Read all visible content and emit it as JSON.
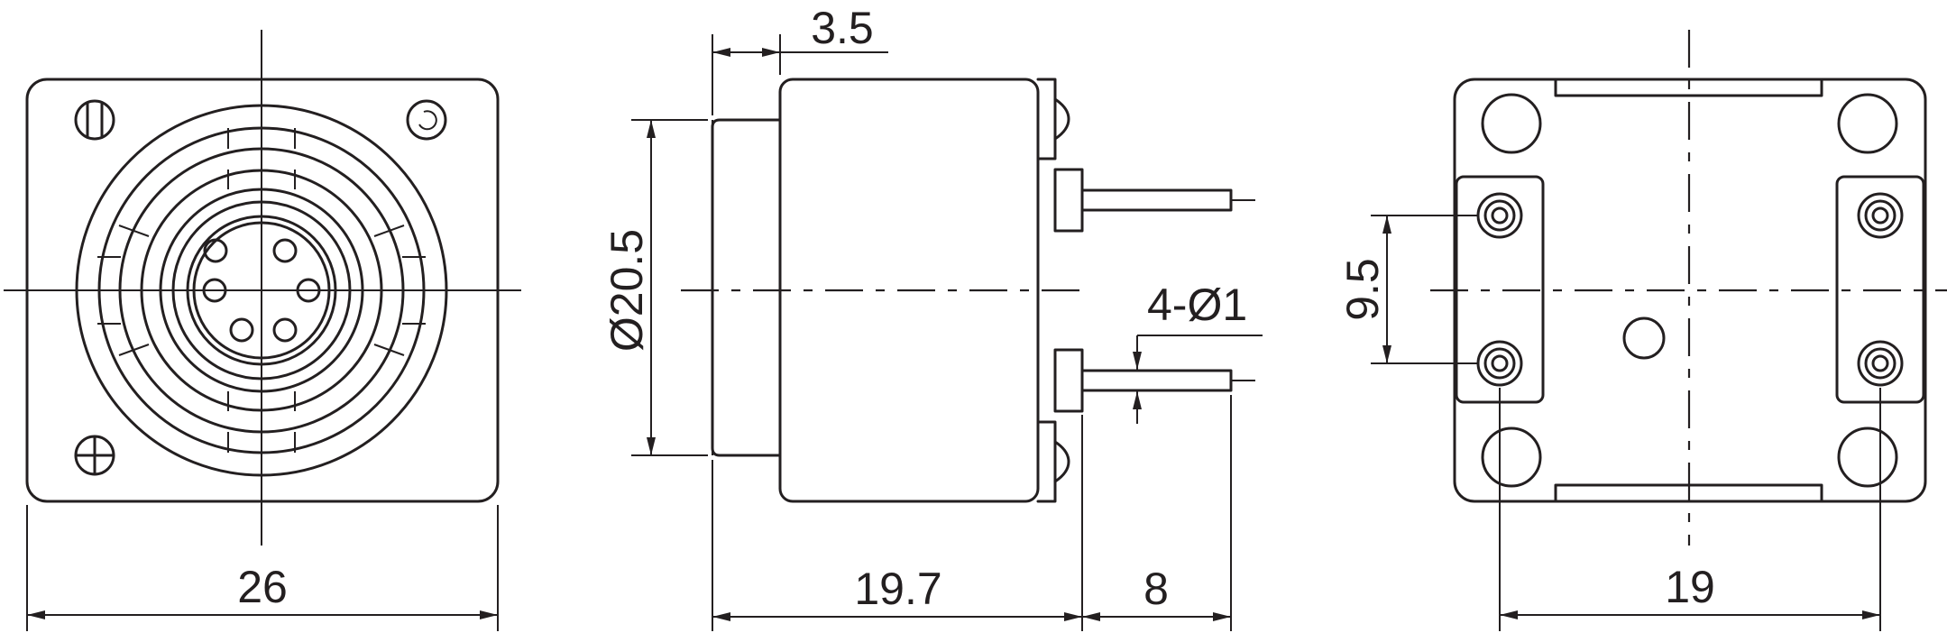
{
  "dimensions": {
    "front_width": "26",
    "body_diameter": "Ø20.5",
    "flange_offset": "3.5",
    "body_length": "19.7",
    "pin_length": "8",
    "pin_diameter": "4-Ø1",
    "pin_pitch_vertical": "9.5",
    "pin_pitch_horizontal": "19"
  },
  "colors": {
    "line": "#231f20",
    "background": "#ffffff"
  }
}
